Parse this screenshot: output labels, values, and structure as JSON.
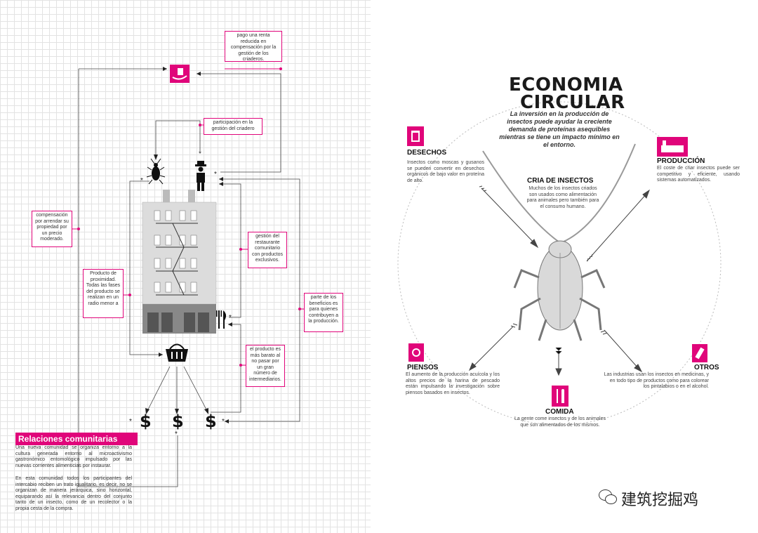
{
  "left": {
    "boxes": {
      "rent": "pago una renta reducida en compensación por la gestión de los criaderos.",
      "participation": "participación en la gestión del criadero",
      "compensation": "compensación por arrendar su propiedad por un precio moderado.",
      "management": "gestión del restaurante comunitario con productos exclusivos.",
      "proximity": "Producto de proximidad. Todas las fases del producto se realizan en un radio menor a",
      "benefits": "parte de los beneficios es para quienes contribuyen a la producción.",
      "cheaper": "el producto es más barato al no pasar por un gran número de intermediarios."
    },
    "symbols": {
      "asterisk": "*",
      "dollar": "$"
    },
    "section_title": "Relaciones comunitarias",
    "paragraph1": "Una nueva comunidad se organiza entorno a la cultura generada entorno al microactivismo gastronómico entomológico impulsado por las nuevas corrientes alimenticias por instaurar.",
    "paragraph2": "En esta comunidad todos los participantes del intercabio reciben un trato igualitario, es decir, no se organizan de manera jerárquica, sino horizontal, equiparando así la relevancia dentro del conjunto tanto de un insecto, como de un recolector o la propia cesta de la compra."
  },
  "right": {
    "title_line1": "ECONOMIA",
    "title_line2": "CIRCULAR",
    "subtitle": "La inversión en la producción de insectos puede ayudar la creciente demanda de proteínas asequibles mientras se tiene un impacto mínimo en el entorno.",
    "center_label": "CRIA DE INSECTOS",
    "center_desc": "Muchos de los insectos criados son usados como alimentación para animales pero también para el consumo humano.",
    "items": [
      {
        "label": "DESECHOS",
        "desc": "Insectos como moscas y gusanos se pueden convertir en desechos orgánicos de bajo valor en proteína de alto."
      },
      {
        "label": "PRODUCCIÓN",
        "desc": "El coste de criar insectos puede ser competitivo y eficiente, usando sistemas automatizados."
      },
      {
        "label": "PIENSOS",
        "desc": "El aumento de la producción acuícola y los altos precios de la harina de pescado están impulsando la investigación sobre piensos basados en insectos."
      },
      {
        "label": "OTROS",
        "desc": "Las industrias usan los insectos en medicinas, y en todo tipo de productos como para colorear los pintalabios o en el alcohol."
      },
      {
        "label": "COMIDA",
        "desc": "La gente come insectos y de los animales que son alimentados de los mismos."
      }
    ],
    "watermark": "建筑挖掘鸡",
    "accent": "#e0057a"
  }
}
